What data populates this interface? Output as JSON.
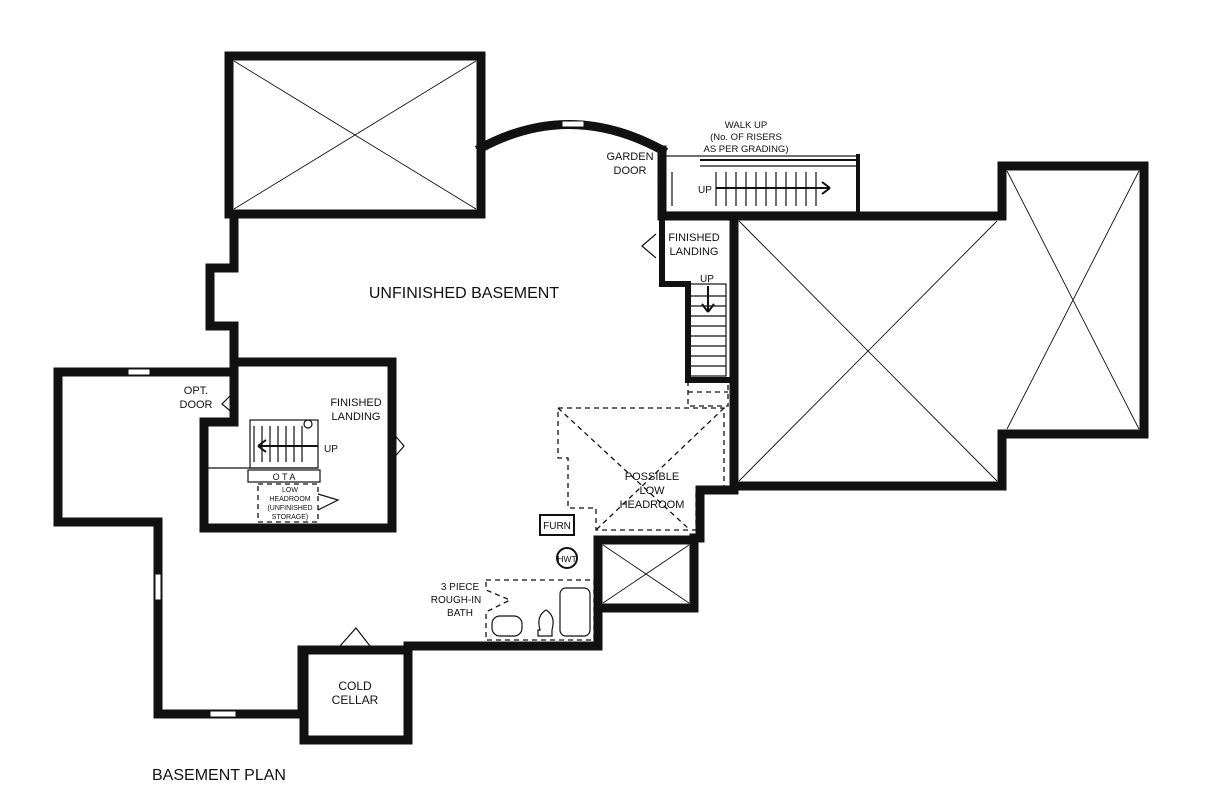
{
  "plan": {
    "title": "BASEMENT PLAN",
    "rooms": {
      "unfinished_basement": "UNFINISHED BASEMENT",
      "finished_landing_right_1": "FINISHED",
      "finished_landing_right_2": "LANDING",
      "finished_landing_left_1": "FINISHED",
      "finished_landing_left_2": "LANDING",
      "garden_door_1": "GARDEN",
      "garden_door_2": "DOOR",
      "walk_up_1": "WALK UP",
      "walk_up_2": "(No. OF RISERS",
      "walk_up_3": "AS PER GRADING)",
      "opt_door_1": "OPT.",
      "opt_door_2": "DOOR",
      "low_headroom_1": "POSSIBLE",
      "low_headroom_2": "LOW",
      "low_headroom_3": "HEADROOM",
      "bath_1": "3 PIECE",
      "bath_2": "ROUGH-IN",
      "bath_3": "BATH",
      "cold_cellar_1": "COLD",
      "cold_cellar_2": "CELLAR",
      "furn": "FURN",
      "hwt": "HWT",
      "ota": "O T A",
      "storage_1": "LOW",
      "storage_2": "HEADROOM",
      "storage_3": "(UNFINISHED",
      "storage_4": "STORAGE)"
    },
    "stairs": {
      "up_walk": "UP",
      "up_right": "UP",
      "up_left": "UP"
    }
  }
}
